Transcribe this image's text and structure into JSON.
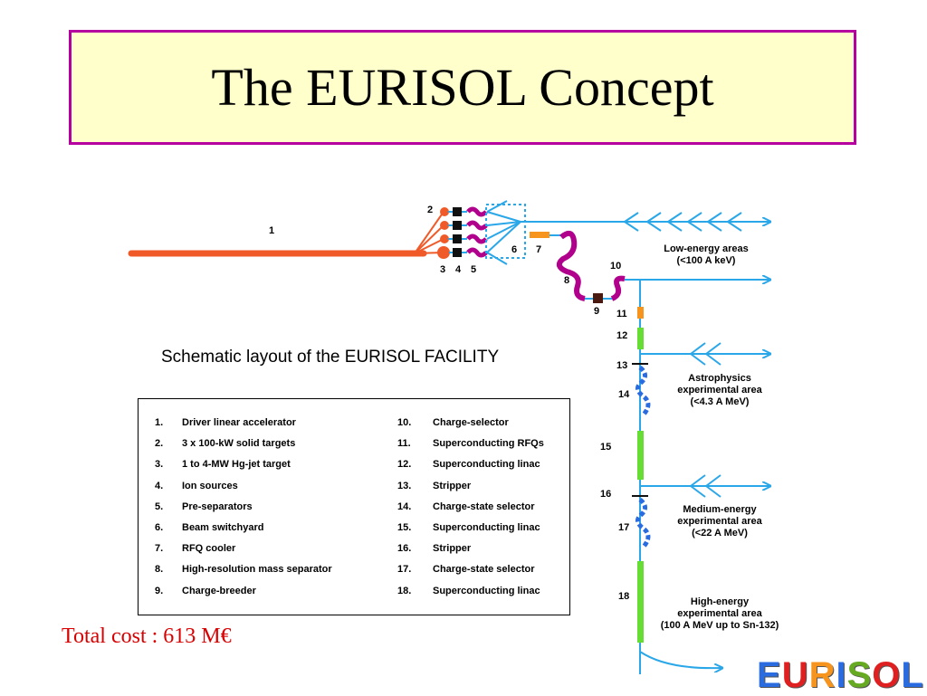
{
  "slide": {
    "title": "The EURISOL Concept",
    "subtitle": "Schematic layout of the EURISOL FACILITY",
    "total_cost": "Total cost : 613 M€",
    "logo_text": "EURISOL"
  },
  "legend_left": [
    {
      "num": "1.",
      "label": "Driver linear accelerator"
    },
    {
      "num": "2.",
      "label": "3 x 100-kW solid targets"
    },
    {
      "num": "3.",
      "label": "1 to 4-MW Hg-jet target"
    },
    {
      "num": "4.",
      "label": "Ion sources"
    },
    {
      "num": "5.",
      "label": "Pre-separators"
    },
    {
      "num": "6.",
      "label": "Beam switchyard"
    },
    {
      "num": "7.",
      "label": "RFQ cooler"
    },
    {
      "num": "8.",
      "label": "High-resolution mass separator"
    },
    {
      "num": "9.",
      "label": "Charge-breeder"
    }
  ],
  "legend_right": [
    {
      "num": "10.",
      "label": "Charge-selector"
    },
    {
      "num": "11.",
      "label": "Superconducting RFQs"
    },
    {
      "num": "12.",
      "label": "Superconducting linac"
    },
    {
      "num": "13.",
      "label": "Stripper"
    },
    {
      "num": "14.",
      "label": "Charge-state selector"
    },
    {
      "num": "15.",
      "label": "Superconducting linac"
    },
    {
      "num": "16.",
      "label": "Stripper"
    },
    {
      "num": "17.",
      "label": "Charge-state selector"
    },
    {
      "num": "18.",
      "label": "Superconducting linac"
    }
  ],
  "diagram_labels": {
    "n1": "1",
    "n2": "2",
    "n3": "3",
    "n4": "4",
    "n5": "5",
    "n6": "6",
    "n7": "7",
    "n8": "8",
    "n9": "9",
    "n10": "10",
    "n11": "11",
    "n12": "12",
    "n13": "13",
    "n14": "14",
    "n15": "15",
    "n16": "16",
    "n17": "17",
    "n18": "18"
  },
  "areas": {
    "low": [
      "Low-energy areas",
      "(<100 A keV)"
    ],
    "astro": [
      "Astrophysics",
      "experimental area",
      "(<4.3 A MeV)"
    ],
    "medium": [
      "Medium-energy",
      "experimental area",
      "(<22 A MeV)"
    ],
    "high": [
      "High-energy",
      "experimental area",
      "(100 A MeV up to Sn-132)"
    ]
  },
  "colors": {
    "title_bg": "#ffffcc",
    "title_border": "#b5009f",
    "driver": "#f05a28",
    "beam": "#2aa7e8",
    "magnet": "#b0008c",
    "linac": "#66dd33",
    "rfq": "#f7941d",
    "breeder": "#4a1a10",
    "cost": "#d80000"
  }
}
